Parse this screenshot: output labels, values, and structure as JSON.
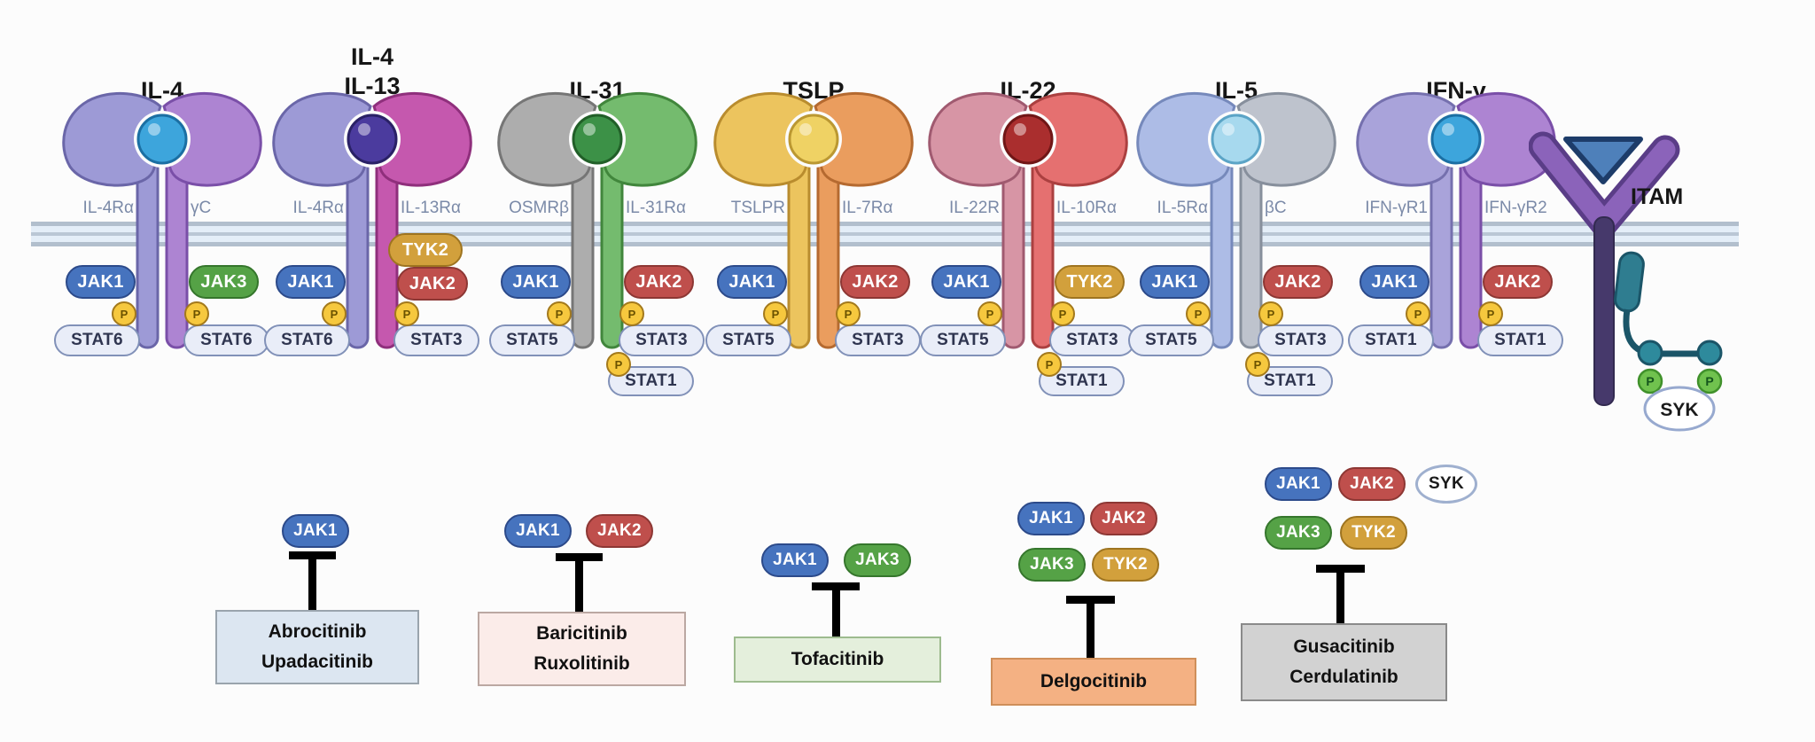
{
  "labels": {
    "p": "P"
  },
  "palette": {
    "JAK1": {
      "fill": "#4673be",
      "border": "#2c4a8a",
      "text": "#ffffff"
    },
    "JAK2": {
      "fill": "#bf4f4c",
      "border": "#8d3734",
      "text": "#ffffff"
    },
    "JAK3": {
      "fill": "#55a246",
      "border": "#35762c",
      "text": "#ffffff"
    },
    "TYK2": {
      "fill": "#d2a03c",
      "border": "#9e7420",
      "text": "#ffffff"
    },
    "SYK": {
      "fill": "#ffffff",
      "border": "#9fb0cf",
      "text": "#1a1a1a"
    },
    "STAT": {
      "fill": "#e9edf8",
      "border": "#8191b8",
      "text": "#2f3550"
    },
    "P": {
      "fill": "#f6c83e",
      "border": "#a3791c",
      "text": "#6b5200"
    }
  },
  "membrane": {
    "fill": "#e4eef8",
    "edge": "#b2bfcd",
    "mid": "#bac7d5"
  },
  "receptors": [
    {
      "title_lines": [
        "IL-4"
      ],
      "ligand": {
        "fill": "#3da5dc",
        "border": "#1b6fa3"
      },
      "left": {
        "label": "IL-4Rα",
        "fill": "#9d9ad6",
        "border": "#6a66a8"
      },
      "right": {
        "label": "γC",
        "fill": "#ad84d2",
        "border": "#7a4fa8"
      },
      "left_kinases": [
        "JAK1"
      ],
      "right_kinases": [
        "JAK3"
      ],
      "left_stats": [
        "STAT6"
      ],
      "right_stats": [
        "STAT6"
      ]
    },
    {
      "title_lines": [
        "IL-4",
        "IL-13"
      ],
      "ligand": {
        "fill": "#4b3b9e",
        "border": "#2a2166"
      },
      "left": {
        "label": "IL-4Rα",
        "fill": "#9d9ad6",
        "border": "#6a66a8"
      },
      "right": {
        "label": "IL-13Rα",
        "fill": "#c558ae",
        "border": "#8f2f7c"
      },
      "left_kinases": [
        "JAK1"
      ],
      "right_kinases": [
        "TYK2",
        "JAK2"
      ],
      "left_stats": [
        "STAT6"
      ],
      "right_stats": [
        "STAT3"
      ]
    },
    {
      "title_lines": [
        "IL-31"
      ],
      "ligand": {
        "fill": "#3c9147",
        "border": "#215f28"
      },
      "left": {
        "label": "OSMRβ",
        "fill": "#adadad",
        "border": "#767676"
      },
      "right": {
        "label": "IL-31Rα",
        "fill": "#74bb6e",
        "border": "#41863c"
      },
      "left_kinases": [
        "JAK1"
      ],
      "right_kinases": [
        "JAK2"
      ],
      "left_stats": [
        "STAT5"
      ],
      "right_stats": [
        "STAT3",
        "STAT1"
      ]
    },
    {
      "title_lines": [
        "TSLP"
      ],
      "ligand": {
        "fill": "#efd264",
        "border": "#bb9832"
      },
      "left": {
        "label": "TSLPR",
        "fill": "#ecc45e",
        "border": "#b98c2e"
      },
      "right": {
        "label": "IL-7Rα",
        "fill": "#ea9d5e",
        "border": "#b56a30"
      },
      "left_kinases": [
        "JAK1"
      ],
      "right_kinases": [
        "JAK2"
      ],
      "left_stats": [
        "STAT5"
      ],
      "right_stats": [
        "STAT3"
      ]
    },
    {
      "title_lines": [
        "IL-22"
      ],
      "ligand": {
        "fill": "#aa2e2e",
        "border": "#701616"
      },
      "left": {
        "label": "IL-22R",
        "fill": "#d795a5",
        "border": "#a05a70"
      },
      "right": {
        "label": "IL-10Rα",
        "fill": "#e57070",
        "border": "#ab4040"
      },
      "left_kinases": [
        "JAK1"
      ],
      "right_kinases": [
        "TYK2"
      ],
      "left_stats": [
        "STAT5"
      ],
      "right_stats": [
        "STAT3",
        "STAT1"
      ]
    },
    {
      "title_lines": [
        "IL-5"
      ],
      "ligand": {
        "fill": "#a7d9ee",
        "border": "#5ba4c6"
      },
      "left": {
        "label": "IL-5Rα",
        "fill": "#adbce6",
        "border": "#7689bb"
      },
      "right": {
        "label": "βC",
        "fill": "#bec3cd",
        "border": "#878f9c"
      },
      "left_kinases": [
        "JAK1"
      ],
      "right_kinases": [
        "JAK2"
      ],
      "left_stats": [
        "STAT5"
      ],
      "right_stats": [
        "STAT3",
        "STAT1"
      ]
    },
    {
      "title_lines": [
        "IFN-γ"
      ],
      "ligand": {
        "fill": "#3da5dc",
        "border": "#1b6fa3"
      },
      "left": {
        "label": "IFN-γR1",
        "fill": "#a9a3da",
        "border": "#7570ae"
      },
      "right": {
        "label": "IFN-γR2",
        "fill": "#ad84d2",
        "border": "#7a4fa8"
      },
      "left_kinases": [
        "JAK1"
      ],
      "right_kinases": [
        "JAK2"
      ],
      "left_stats": [
        "STAT1"
      ],
      "right_stats": [
        "STAT1"
      ]
    }
  ],
  "itam": {
    "title": "ITAM",
    "p_label": "P",
    "syk_label": "SYK",
    "arm_fill": "#8b63ba",
    "arm_edge": "#5a3d87",
    "triangle_fill": "#4e80ba",
    "triangle_edge": "#1d3c69",
    "stem_fill": "#46396b",
    "teal": "#2f7d90",
    "teal_edge": "#1b5568",
    "green_p_fill": "#70c24e",
    "green_p_edge": "#40912b"
  },
  "drugs": [
    {
      "lines": [
        "Abrocitinib",
        "Upadacitinib"
      ],
      "targets": [
        [
          "JAK1"
        ]
      ],
      "fill": "#dce6f1",
      "border": "#9aa4ad"
    },
    {
      "lines": [
        "Baricitinib",
        "Ruxolitinib"
      ],
      "targets": [
        [
          "JAK1",
          "JAK2"
        ]
      ],
      "fill": "#fbece9",
      "border": "#bba8a2"
    },
    {
      "lines": [
        "Tofacitinib"
      ],
      "targets": [
        [
          "JAK1",
          "JAK3"
        ]
      ],
      "fill": "#e4efdc",
      "border": "#9dbb8e"
    },
    {
      "lines": [
        "Delgocitinib"
      ],
      "targets": [
        [
          "JAK1",
          "JAK2"
        ],
        [
          "JAK3",
          "TYK2"
        ]
      ],
      "fill": "#f4b183",
      "border": "#cf8f5a"
    },
    {
      "lines": [
        "Gusacitinib",
        "Cerdulatinib"
      ],
      "targets": [
        [
          "JAK1",
          "JAK2",
          "SYK"
        ],
        [
          "JAK3",
          "TYK2"
        ]
      ],
      "fill": "#d2d2d2",
      "border": "#8a8a8a"
    }
  ]
}
